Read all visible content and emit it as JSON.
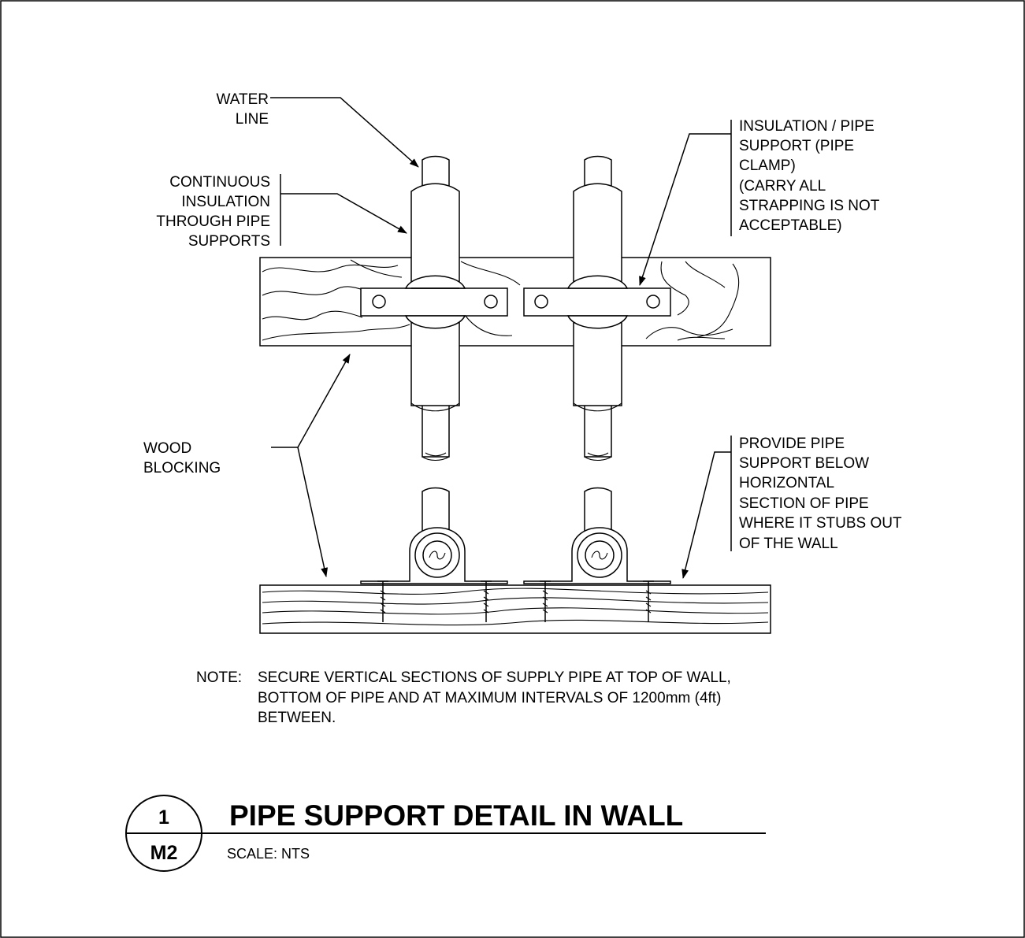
{
  "labels": {
    "water_line": [
      "WATER",
      "LINE"
    ],
    "continuous_insulation": [
      "CONTINUOUS",
      "INSULATION",
      "THROUGH PIPE",
      "SUPPORTS"
    ],
    "insulation_pipe_support": [
      "INSULATION / PIPE",
      "SUPPORT (PIPE",
      "CLAMP)",
      "(CARRY ALL",
      "STRAPPING IS NOT",
      "ACCEPTABLE)"
    ],
    "wood_blocking": [
      "WOOD",
      "BLOCKING"
    ],
    "provide_pipe_support": [
      "PROVIDE PIPE",
      "SUPPORT BELOW",
      "HORIZONTAL",
      "SECTION OF PIPE",
      "WHERE IT STUBS OUT",
      "OF THE WALL"
    ]
  },
  "note": {
    "prefix": "NOTE:",
    "lines": [
      "SECURE VERTICAL SECTIONS OF SUPPLY PIPE AT TOP OF WALL,",
      "BOTTOM OF PIPE AND AT MAXIMUM INTERVALS OF 1200mm (4ft)",
      "BETWEEN."
    ]
  },
  "title_block": {
    "detail_number": "1",
    "sheet_number": "M2",
    "title": "PIPE SUPPORT DETAIL IN WALL",
    "scale_label": "SCALE:",
    "scale_value": "NTS"
  }
}
